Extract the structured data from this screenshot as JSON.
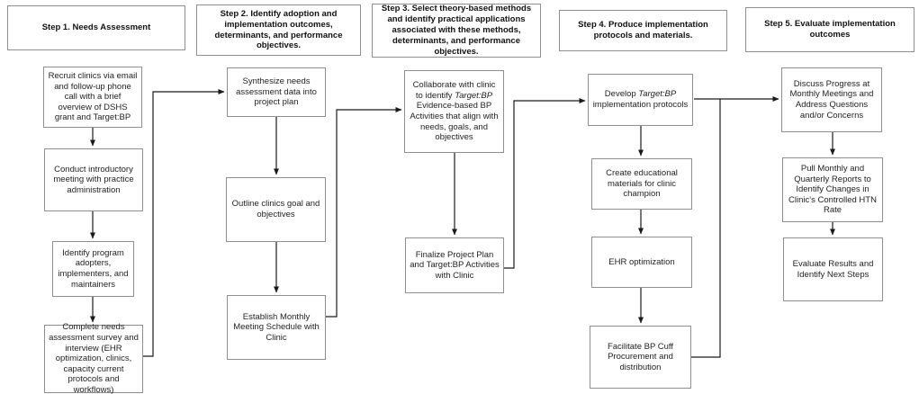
{
  "palette": {
    "background": "#ffffff",
    "box_border": "#8f8f8f",
    "connector": "#1a1a1a",
    "text": "#1f1f1f"
  },
  "steps": [
    {
      "header": "Step 1. Needs Assessment",
      "boxes": [
        {
          "text": "Recruit clinics via email and follow-up phone call with a brief overview of DSHS grant and Target:BP"
        },
        {
          "text": "Conduct introductory meeting with practice administration"
        },
        {
          "text": "Identify program adopters, implementers, and maintainers"
        },
        {
          "text": "Complete needs assessment survey and interview (EHR optimization, clinics, capacity current protocols and workflows)"
        }
      ]
    },
    {
      "header": "Step 2. Identify adoption and implementation outcomes, determinants, and performance objectives.",
      "boxes": [
        {
          "text": "Synthesize needs assessment data into project plan"
        },
        {
          "text": "Outline clinics goal and objectives"
        },
        {
          "text": "Establish Monthly Meeting Schedule with Clinic"
        }
      ]
    },
    {
      "header": "Step 3. Select theory-based methods and identify practical applications associated with these methods, determinants, and performance objectives.",
      "boxes": [
        {
          "pre": "Collaborate with clinic to identify ",
          "italic": "Target:BP",
          "post": " Evidence-based BP Activities that align with needs, goals, and objectives"
        },
        {
          "text": "Finalize Project Plan and Target:BP Activities with Clinic"
        }
      ]
    },
    {
      "header": "Step 4. Produce implementation protocols and materials.",
      "boxes": [
        {
          "pre": "Develop ",
          "italic": "Target:BP",
          "post": " implementation protocols"
        },
        {
          "text": "Create educational materials for clinic champion"
        },
        {
          "text": "EHR optimization"
        },
        {
          "text": "Facilitate BP Cuff Procurement and distribution"
        }
      ]
    },
    {
      "header": "Step 5. Evaluate implementation outcomes",
      "boxes": [
        {
          "text": "Discuss Progress at Monthly Meetings and Address Questions and/or Concerns"
        },
        {
          "text": "Pull Monthly and Quarterly Reports to Identify Changes in Clinic's Controlled HTN Rate"
        },
        {
          "text": "Evaluate Results and Identify Next Steps"
        }
      ]
    }
  ]
}
